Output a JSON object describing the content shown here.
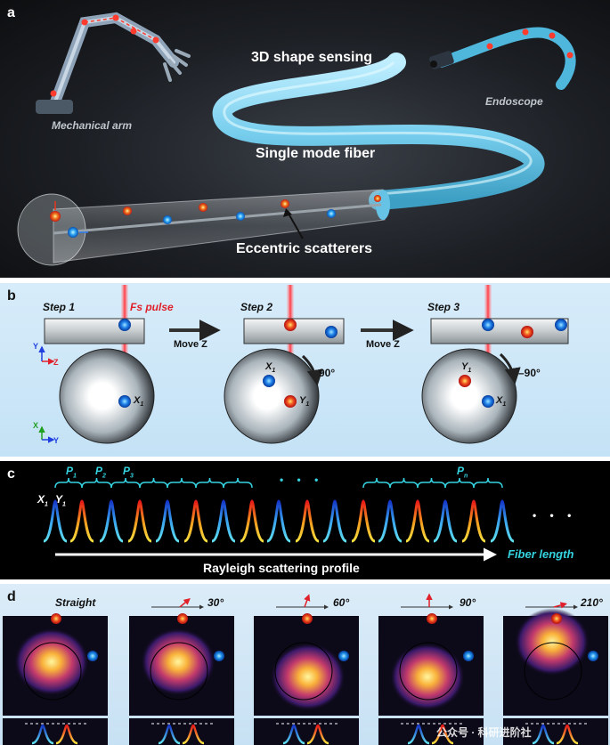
{
  "panel_a": {
    "letter": "a",
    "title": "3D shape sensing",
    "mechanical_arm": "Mechanical arm",
    "endoscope": "Endoscope",
    "fiber": "Single mode fiber",
    "scatterers": "Eccentric scatterers"
  },
  "panel_b": {
    "letter": "b",
    "step1": "Step 1",
    "step2": "Step 2",
    "step3": "Step 3",
    "pulse": "Fs pulse",
    "move1": "Move Z",
    "move2": "Move Z",
    "angle2": "90°",
    "angle3": "–90°",
    "axis_top_y": "Y",
    "axis_top_z": "Z",
    "axis_bot_x": "X",
    "axis_bot_y": "Y",
    "x1_label": "X",
    "x1_sub": "1",
    "c2_x1": "X",
    "c2_x1_sub": "1",
    "c2_y1": "Y",
    "c2_y1_sub": "1",
    "c3_y1": "Y",
    "c3_y1_sub": "1",
    "c3_x1": "X",
    "c3_x1_sub": "1"
  },
  "panel_c": {
    "letter": "c",
    "p1": "P",
    "p1_sub": "1",
    "p2": "P",
    "p2_sub": "2",
    "p3": "P",
    "p3_sub": "3",
    "pn": "P",
    "pn_sub": "n",
    "x1": "X",
    "x1_sub": "1",
    "y1": "Y",
    "y1_sub": "1",
    "dots_mid": "• • •",
    "dots_end": "• • •",
    "profile": "Rayleigh scattering profile",
    "fiber_length": "Fiber length"
  },
  "panel_d": {
    "letter": "d",
    "cases": [
      "Straight",
      "30°",
      "60°",
      "90°",
      "210°"
    ],
    "watermark": "公众号 · 科研进阶社"
  },
  "colors": {
    "fiber": "#7fd3f2",
    "red_scatterer": "#e8361e",
    "blue_scatterer": "#1e8fe8",
    "cyan_text": "#35d3e0",
    "pulse": "#e8363c"
  }
}
